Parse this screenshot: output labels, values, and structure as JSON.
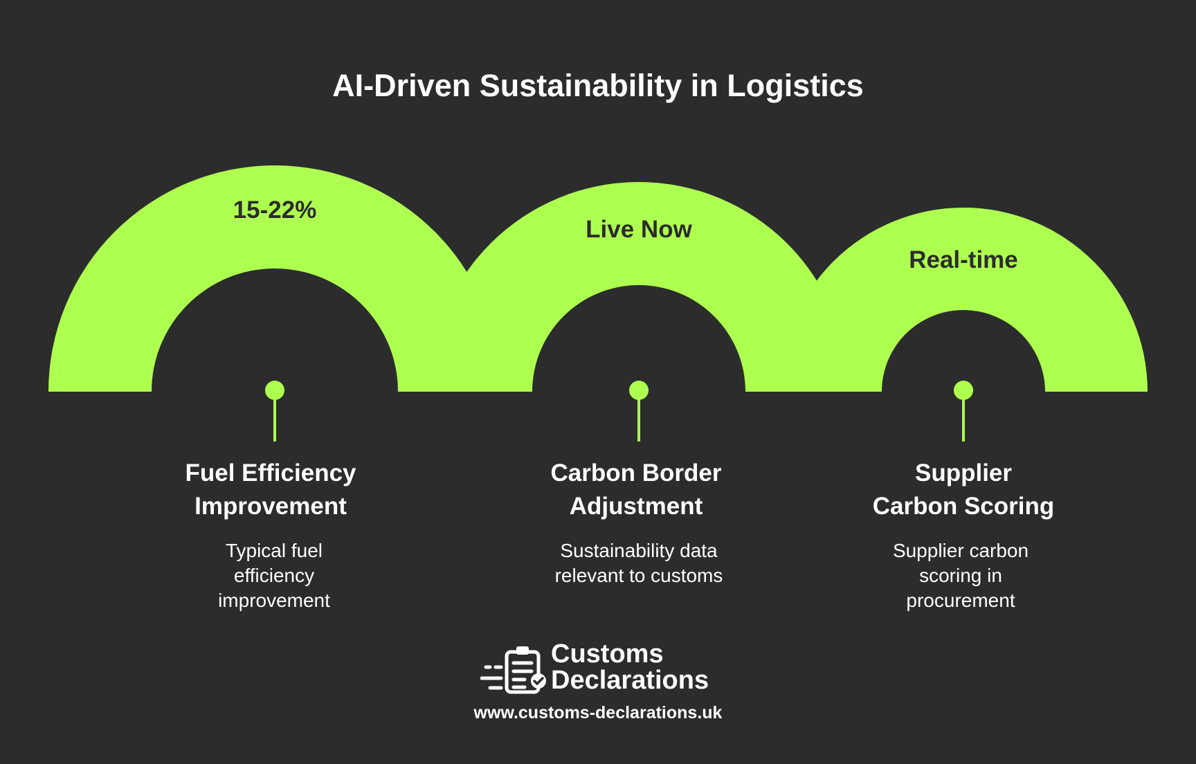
{
  "title": "AI-Driven Sustainability in Logistics",
  "colors": {
    "background": "#2c2c2c",
    "accent": "#adff50",
    "text_dark": "#2c2c2c",
    "text_light": "#ffffff"
  },
  "items": [
    {
      "stat": "15-22%",
      "heading_line1": "Fuel Efficiency",
      "heading_line2": "Improvement",
      "desc_line1": "Typical fuel",
      "desc_line2": "efficiency",
      "desc_line3": "improvement"
    },
    {
      "stat": "Live Now",
      "heading_line1": "Carbon Border",
      "heading_line2": "Adjustment",
      "desc_line1": "Sustainability data",
      "desc_line2": "relevant to customs",
      "desc_line3": ""
    },
    {
      "stat": "Real-time",
      "heading_line1": "Supplier",
      "heading_line2": "Carbon Scoring",
      "desc_line1": "Supplier carbon",
      "desc_line2": "scoring in",
      "desc_line3": "procurement"
    }
  ],
  "logo": {
    "line1": "Customs",
    "line2": "Declarations",
    "icon": "clipboard-check-icon"
  },
  "url": "www.customs-declarations.uk"
}
